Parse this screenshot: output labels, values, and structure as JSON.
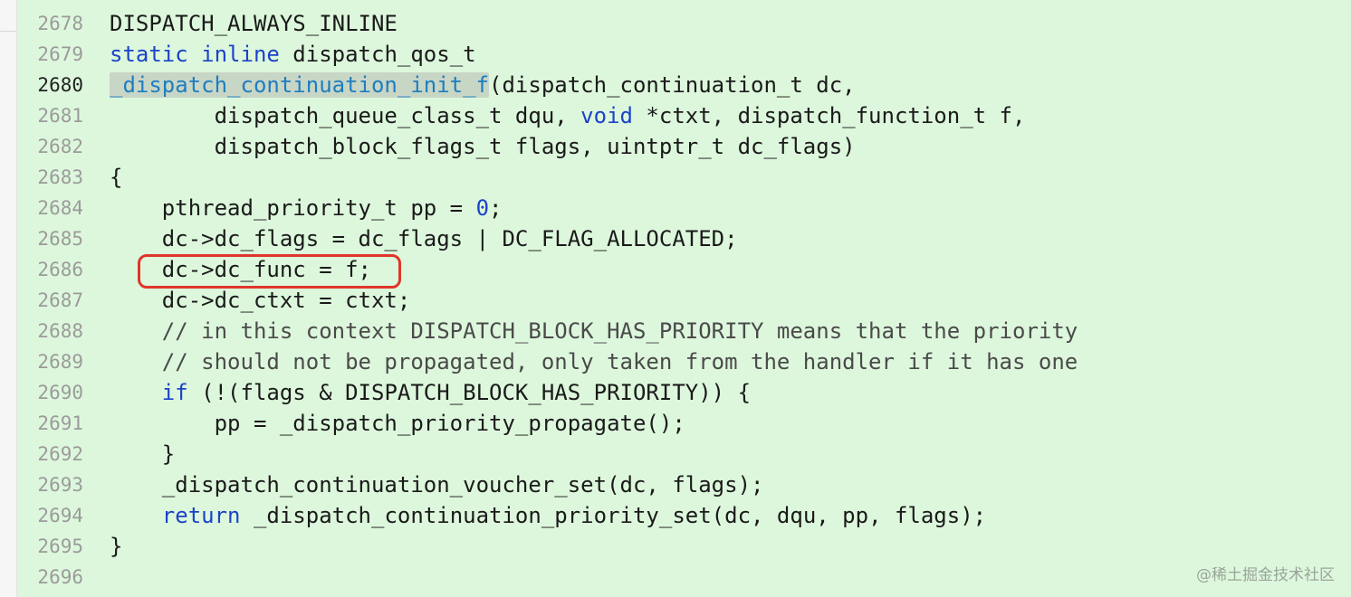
{
  "editor": {
    "lines": [
      {
        "number": "2678",
        "tokens": [
          {
            "t": "DISPATCH_ALWAYS_INLINE",
            "c": "plain"
          }
        ]
      },
      {
        "number": "2679",
        "tokens": [
          {
            "t": "static",
            "c": "kw"
          },
          {
            "t": " ",
            "c": "plain"
          },
          {
            "t": "inline",
            "c": "kw"
          },
          {
            "t": " dispatch_qos_t",
            "c": "plain"
          }
        ]
      },
      {
        "number": "2680",
        "current": true,
        "tokens": [
          {
            "t": "_dispatch_continuation_init_f",
            "c": "hl"
          },
          {
            "t": "(dispatch_continuation_t dc,",
            "c": "plain"
          }
        ]
      },
      {
        "number": "2681",
        "tokens": [
          {
            "t": "        dispatch_queue_class_t dqu, ",
            "c": "plain"
          },
          {
            "t": "void",
            "c": "kw"
          },
          {
            "t": " *ctxt, dispatch_function_t f,",
            "c": "plain"
          }
        ]
      },
      {
        "number": "2682",
        "tokens": [
          {
            "t": "        dispatch_block_flags_t flags, uintptr_t dc_flags)",
            "c": "plain"
          }
        ]
      },
      {
        "number": "2683",
        "tokens": [
          {
            "t": "{",
            "c": "plain"
          }
        ]
      },
      {
        "number": "2684",
        "tokens": [
          {
            "t": "    pthread_priority_t pp = ",
            "c": "plain"
          },
          {
            "t": "0",
            "c": "num"
          },
          {
            "t": ";",
            "c": "plain"
          }
        ]
      },
      {
        "number": "2685",
        "tokens": [
          {
            "t": "    dc->dc_flags = dc_flags | DC_FLAG_ALLOCATED;",
            "c": "plain"
          }
        ]
      },
      {
        "number": "2686",
        "tokens": [
          {
            "t": "    dc->dc_func = f;",
            "c": "plain"
          }
        ]
      },
      {
        "number": "2687",
        "tokens": [
          {
            "t": "    dc->dc_ctxt = ctxt;",
            "c": "plain"
          }
        ]
      },
      {
        "number": "2688",
        "tokens": [
          {
            "t": "    // in this context DISPATCH_BLOCK_HAS_PRIORITY means that the priority",
            "c": "comment"
          }
        ]
      },
      {
        "number": "2689",
        "tokens": [
          {
            "t": "    // should not be propagated, only taken from the handler if it has one",
            "c": "comment"
          }
        ]
      },
      {
        "number": "2690",
        "tokens": [
          {
            "t": "    ",
            "c": "plain"
          },
          {
            "t": "if",
            "c": "kw"
          },
          {
            "t": " (!(flags & DISPATCH_BLOCK_HAS_PRIORITY)) {",
            "c": "plain"
          }
        ]
      },
      {
        "number": "2691",
        "tokens": [
          {
            "t": "        pp = _dispatch_priority_propagate();",
            "c": "plain"
          }
        ]
      },
      {
        "number": "2692",
        "tokens": [
          {
            "t": "    }",
            "c": "plain"
          }
        ]
      },
      {
        "number": "2693",
        "tokens": [
          {
            "t": "    _dispatch_continuation_voucher_set(dc, flags);",
            "c": "plain"
          }
        ]
      },
      {
        "number": "2694",
        "tokens": [
          {
            "t": "    ",
            "c": "plain"
          },
          {
            "t": "return",
            "c": "kw"
          },
          {
            "t": " _dispatch_continuation_priority_set(dc, dqu, pp, flags);",
            "c": "plain"
          }
        ]
      },
      {
        "number": "2695",
        "tokens": [
          {
            "t": "}",
            "c": "plain"
          }
        ]
      },
      {
        "number": "2696",
        "tokens": []
      }
    ]
  },
  "watermark": "@稀土掘金技术社区",
  "colors": {
    "background": "#ddf7dc",
    "keyword": "#1b43c9",
    "highlight_box": "#e0352b"
  }
}
